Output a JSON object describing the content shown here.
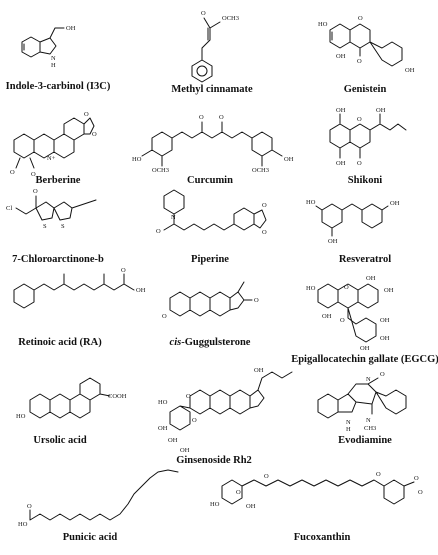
{
  "molecules": [
    {
      "name": "Indole-3-carbinol (I3C)",
      "atoms": [
        "OH",
        "N",
        "H"
      ]
    },
    {
      "name": "Methyl cinnamate",
      "atoms": [
        "O",
        "OCH3"
      ]
    },
    {
      "name": "Genistein",
      "atoms": [
        "HO",
        "OH",
        "O",
        "O",
        "OH"
      ]
    },
    {
      "name": "Berberine",
      "atoms": [
        "O",
        "O",
        "N+",
        "O",
        "O"
      ]
    },
    {
      "name": "Curcumin",
      "atoms": [
        "O",
        "O",
        "HO",
        "OH",
        "OCH3",
        "OCH3"
      ]
    },
    {
      "name": "Shikoni",
      "atoms": [
        "OH",
        "O",
        "OH",
        "O",
        "OH"
      ]
    },
    {
      "name": "7-Chloroarctinone-b",
      "atoms": [
        "Cl",
        "O",
        "S",
        "S"
      ]
    },
    {
      "name": "Piperine",
      "atoms": [
        "N",
        "O",
        "O",
        "O"
      ]
    },
    {
      "name": "Resveratrol",
      "atoms": [
        "HO",
        "OH",
        "OH"
      ]
    },
    {
      "name": "Retinoic acid (RA)",
      "atoms": [
        "OH",
        "O"
      ]
    },
    {
      "name_prefix": "cis",
      "name": "-Guggulsterone",
      "atoms": [
        "O",
        "O"
      ]
    },
    {
      "name": "Epigallocatechin gallate (EGCG)",
      "atoms": [
        "HO",
        "OH",
        "OH",
        "OH",
        "O",
        "O",
        "OH",
        "OH",
        "OH"
      ]
    },
    {
      "name": "Ursolic acid",
      "atoms": [
        "HO",
        "COOH"
      ]
    },
    {
      "name": "Ginsenoside Rh2",
      "atoms": [
        "HO",
        "OH",
        "O",
        "OH",
        "OH",
        "O",
        "OH"
      ]
    },
    {
      "name": "Evodiamine",
      "atoms": [
        "N",
        "H",
        "N",
        "CH3",
        "O",
        "N"
      ]
    },
    {
      "name": "Punicic acid",
      "atoms": [
        "O",
        "HO"
      ]
    },
    {
      "name": "Fucoxanthin",
      "atoms": [
        "HO",
        "O",
        "OH",
        "O",
        "O",
        "O",
        "O"
      ]
    }
  ],
  "colors": {
    "ink": "#111111",
    "background": "#ffffff"
  }
}
